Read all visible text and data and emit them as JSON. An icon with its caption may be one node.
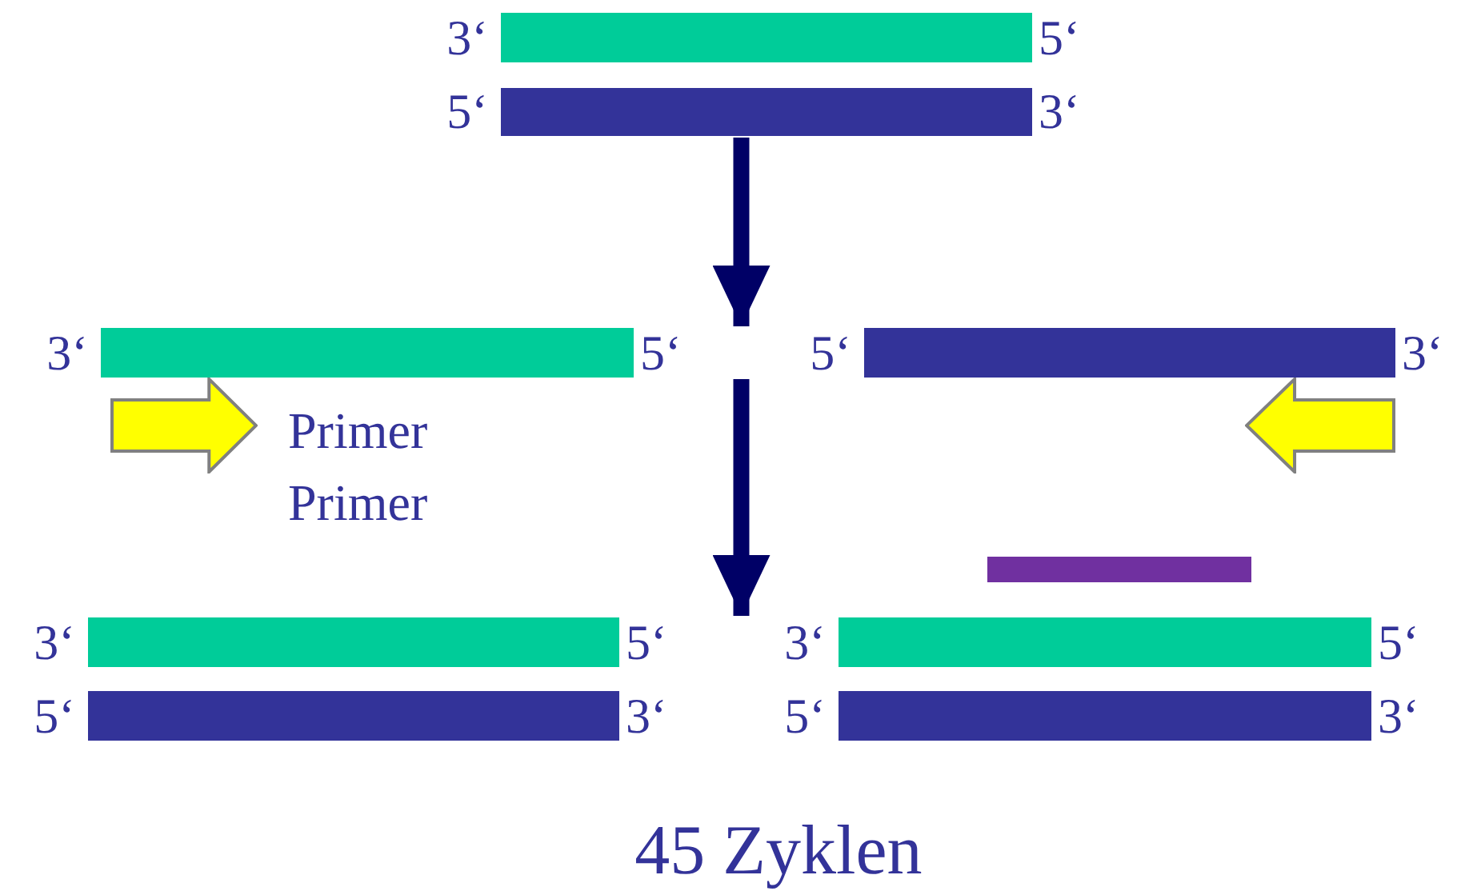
{
  "diagram": {
    "caption": "45 Zyklen",
    "nodes": [
      {
        "text": [],
        "shape": "bar",
        "beside": [
          "3‘",
          "5‘"
        ]
      },
      {
        "text": [],
        "shape": "bar",
        "beside": [
          "5‘",
          "3‘"
        ]
      },
      {
        "text": [],
        "shape": "bar",
        "beside": [
          "3‘",
          "5‘"
        ]
      },
      {
        "text": [],
        "shape": "bar",
        "beside": [
          "5‘",
          "3‘"
        ]
      },
      {
        "text": [],
        "shape": "arrow"
      },
      {
        "text": [],
        "shape": "arrow"
      },
      {
        "text": [],
        "shape": "bar"
      },
      {
        "text": [],
        "shape": "bar",
        "beside": [
          "3‘",
          "5‘"
        ]
      },
      {
        "text": [],
        "shape": "bar",
        "beside": [
          "5‘",
          "3‘"
        ]
      },
      {
        "text": [],
        "shape": "bar",
        "beside": [
          "3‘",
          "5‘"
        ]
      },
      {
        "text": [],
        "shape": "bar",
        "beside": [
          "5‘",
          "3‘"
        ]
      }
    ],
    "edges": [
      {
        "from": 1,
        "to": 2,
        "arrow": "to"
      },
      {
        "from": 2,
        "to": 7,
        "arrow": "to"
      }
    ],
    "labels": [
      "Primer",
      "Primer"
    ]
  }
}
